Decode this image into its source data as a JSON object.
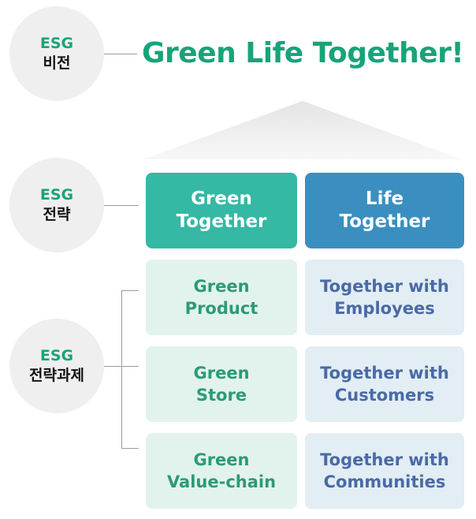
{
  "vision": {
    "circle_tag": "ESG",
    "circle_label": "비전",
    "slogan": "Green Life Together!"
  },
  "strategy": {
    "circle_tag": "ESG",
    "circle_label": "전략",
    "items": [
      {
        "line1": "Green",
        "line2": "Together",
        "color": "#35b8a4"
      },
      {
        "line1": "Life",
        "line2": "Together",
        "color": "#3a8fc0"
      }
    ]
  },
  "tasks": {
    "circle_tag": "ESG",
    "circle_label": "전략과제",
    "green": [
      {
        "line1": "Green",
        "line2": "Product"
      },
      {
        "line1": "Green",
        "line2": "Store"
      },
      {
        "line1": "Green",
        "line2": "Value-chain"
      }
    ],
    "life": [
      {
        "line1": "Together with",
        "line2": "Employees"
      },
      {
        "line1": "Together with",
        "line2": "Customers"
      },
      {
        "line1": "Together with",
        "line2": "Communities"
      }
    ]
  },
  "colors": {
    "accent_green": "#19a37a",
    "task_green_bg": "#e2f3ee",
    "task_blue_bg": "#e2edf4",
    "task_blue_text": "#4a6aa6"
  }
}
